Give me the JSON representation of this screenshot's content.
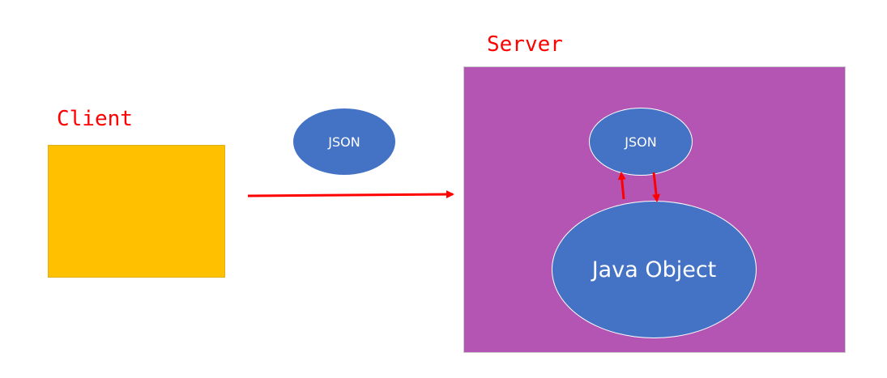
{
  "client": {
    "label": "Client"
  },
  "server": {
    "label": "Server"
  },
  "messages": {
    "in_transit": "JSON",
    "server_json": "JSON",
    "java_object": "Java Object"
  },
  "colors": {
    "label_text": "#ff0000",
    "client_box": "#ffc000",
    "server_box": "#b455b4",
    "ellipse_fill": "#4472c4",
    "arrow": "#ff0000"
  }
}
